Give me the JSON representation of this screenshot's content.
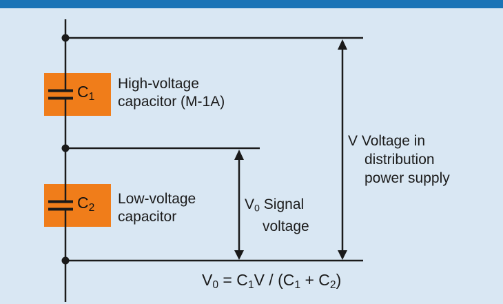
{
  "colors": {
    "background": "#d9e7f3",
    "top_bar": "#1b74b6",
    "capacitor_box": "#f07d1a",
    "line": "#1a1a1a"
  },
  "capacitor1": {
    "label": "C",
    "label_sub": "1",
    "desc_line1": "High-voltage",
    "desc_line2": "capacitor (M-1A)"
  },
  "capacitor2": {
    "label": "C",
    "label_sub": "2",
    "desc_line1": "Low-voltage",
    "desc_line2": "capacitor"
  },
  "signal_voltage": {
    "v": "V",
    "v_sub": "0",
    "rest": " Signal",
    "line2": "voltage"
  },
  "supply_voltage": {
    "line1": "V Voltage in",
    "line2": "distribution",
    "line3": "power supply"
  },
  "formula": {
    "parts": [
      "V",
      "0",
      " = C",
      "1",
      "V / (C",
      "1",
      " + C",
      "2",
      ")"
    ]
  }
}
